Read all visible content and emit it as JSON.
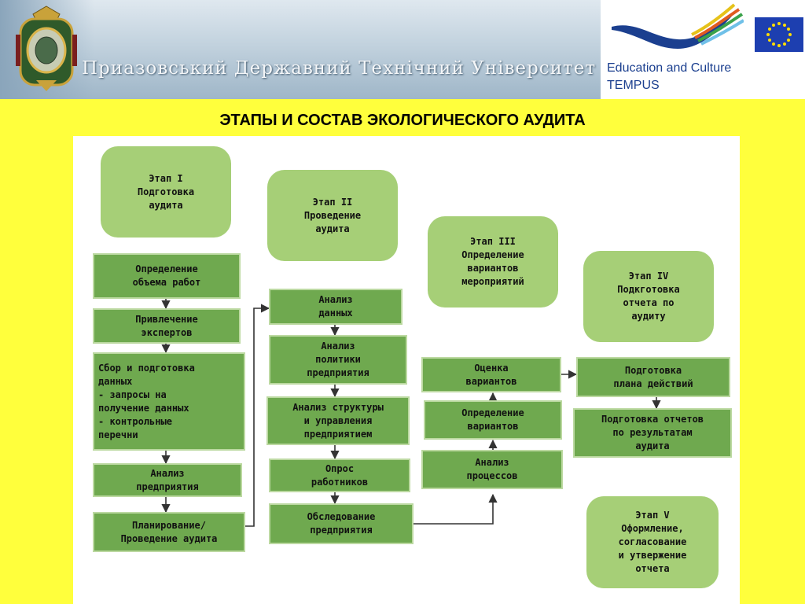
{
  "header": {
    "university_name": "Приазовський Державний Технічний Університет",
    "tempus_line1": "Education and Culture",
    "tempus_line2": "TEMPUS"
  },
  "slide_title": "ЭТАПЫ И СОСТАВ ЭКОЛОГИЧЕСКОГО АУДИТА",
  "stages": {
    "s1": "Этап I\nПодготовка\nаудита",
    "s2": "Этап II\nПроведение\nаудита",
    "s3": "Этап III\nОпределение\nвариантов\nмероприятий",
    "s4": "Этап IV\nПодкготовка\nотчета по\nаудиту",
    "s5": "Этап V\nОформление,\nсогласование\nи утвержение\nотчета"
  },
  "col1": {
    "step1": "Определение\nобъема работ",
    "step2": "Привлечение\nэкспертов",
    "step3": [
      "Сбор и подготовка",
      "данных",
      "- запросы на",
      "получение данных",
      "- контрольные",
      "перечни"
    ],
    "step4": "Анализ\nпредприятия",
    "step5": "Планирование/\nПроведение аудита"
  },
  "col2": {
    "step1": "Анализ\nданных",
    "step2": "Анализ\nполитики\nпредприятия",
    "step3": "Анализ структуры\nи управления\nпредприятием",
    "step4": "Опрос\nработников",
    "step5": "Обследование\nпредприятия"
  },
  "col3": {
    "step1": "Оценка\nвариантов",
    "step2": "Определение\nвариантов",
    "step3": "Анализ\nпроцессов"
  },
  "col4": {
    "step1": "Подготовка\nплана действий",
    "step2": "Подготовка отчетов\nпо результатам\nаудита"
  },
  "colors": {
    "stage_fill": "#a6cf77",
    "step_fill": "#6fa94f",
    "step_border": "#bcd9a1",
    "slide_background": "#ffff3c",
    "tempus_blue": "#1b3f8f"
  },
  "icons": [
    "university-emblem-icon",
    "tempus-swoosh-icon",
    "eu-flag-icon"
  ]
}
